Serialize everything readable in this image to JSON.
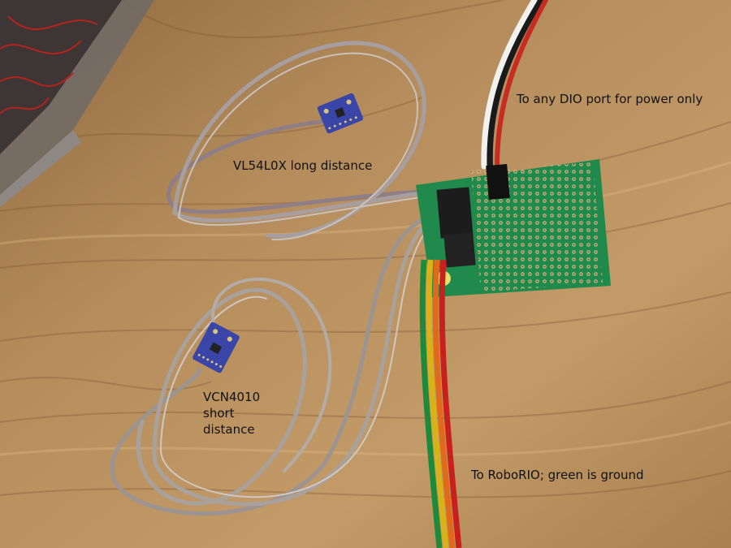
{
  "labels": {
    "dio_power": "To any DIO port for power only",
    "vl54l0x": "VL54L0X long distance",
    "vcn4010": "VCN4010\nshort\ndistance",
    "roborio": "To RoboRIO; green is ground"
  },
  "colors": {
    "wood": "#b08a5a",
    "pcb": "#1f8a4c",
    "sensor_board": "#3a45a8",
    "wire_gray": "#a59a92",
    "ribbon_green": "#1d8a3a",
    "ribbon_yellow": "#d9b21a",
    "ribbon_orange": "#e06a1c",
    "ribbon_red": "#c8211d"
  }
}
